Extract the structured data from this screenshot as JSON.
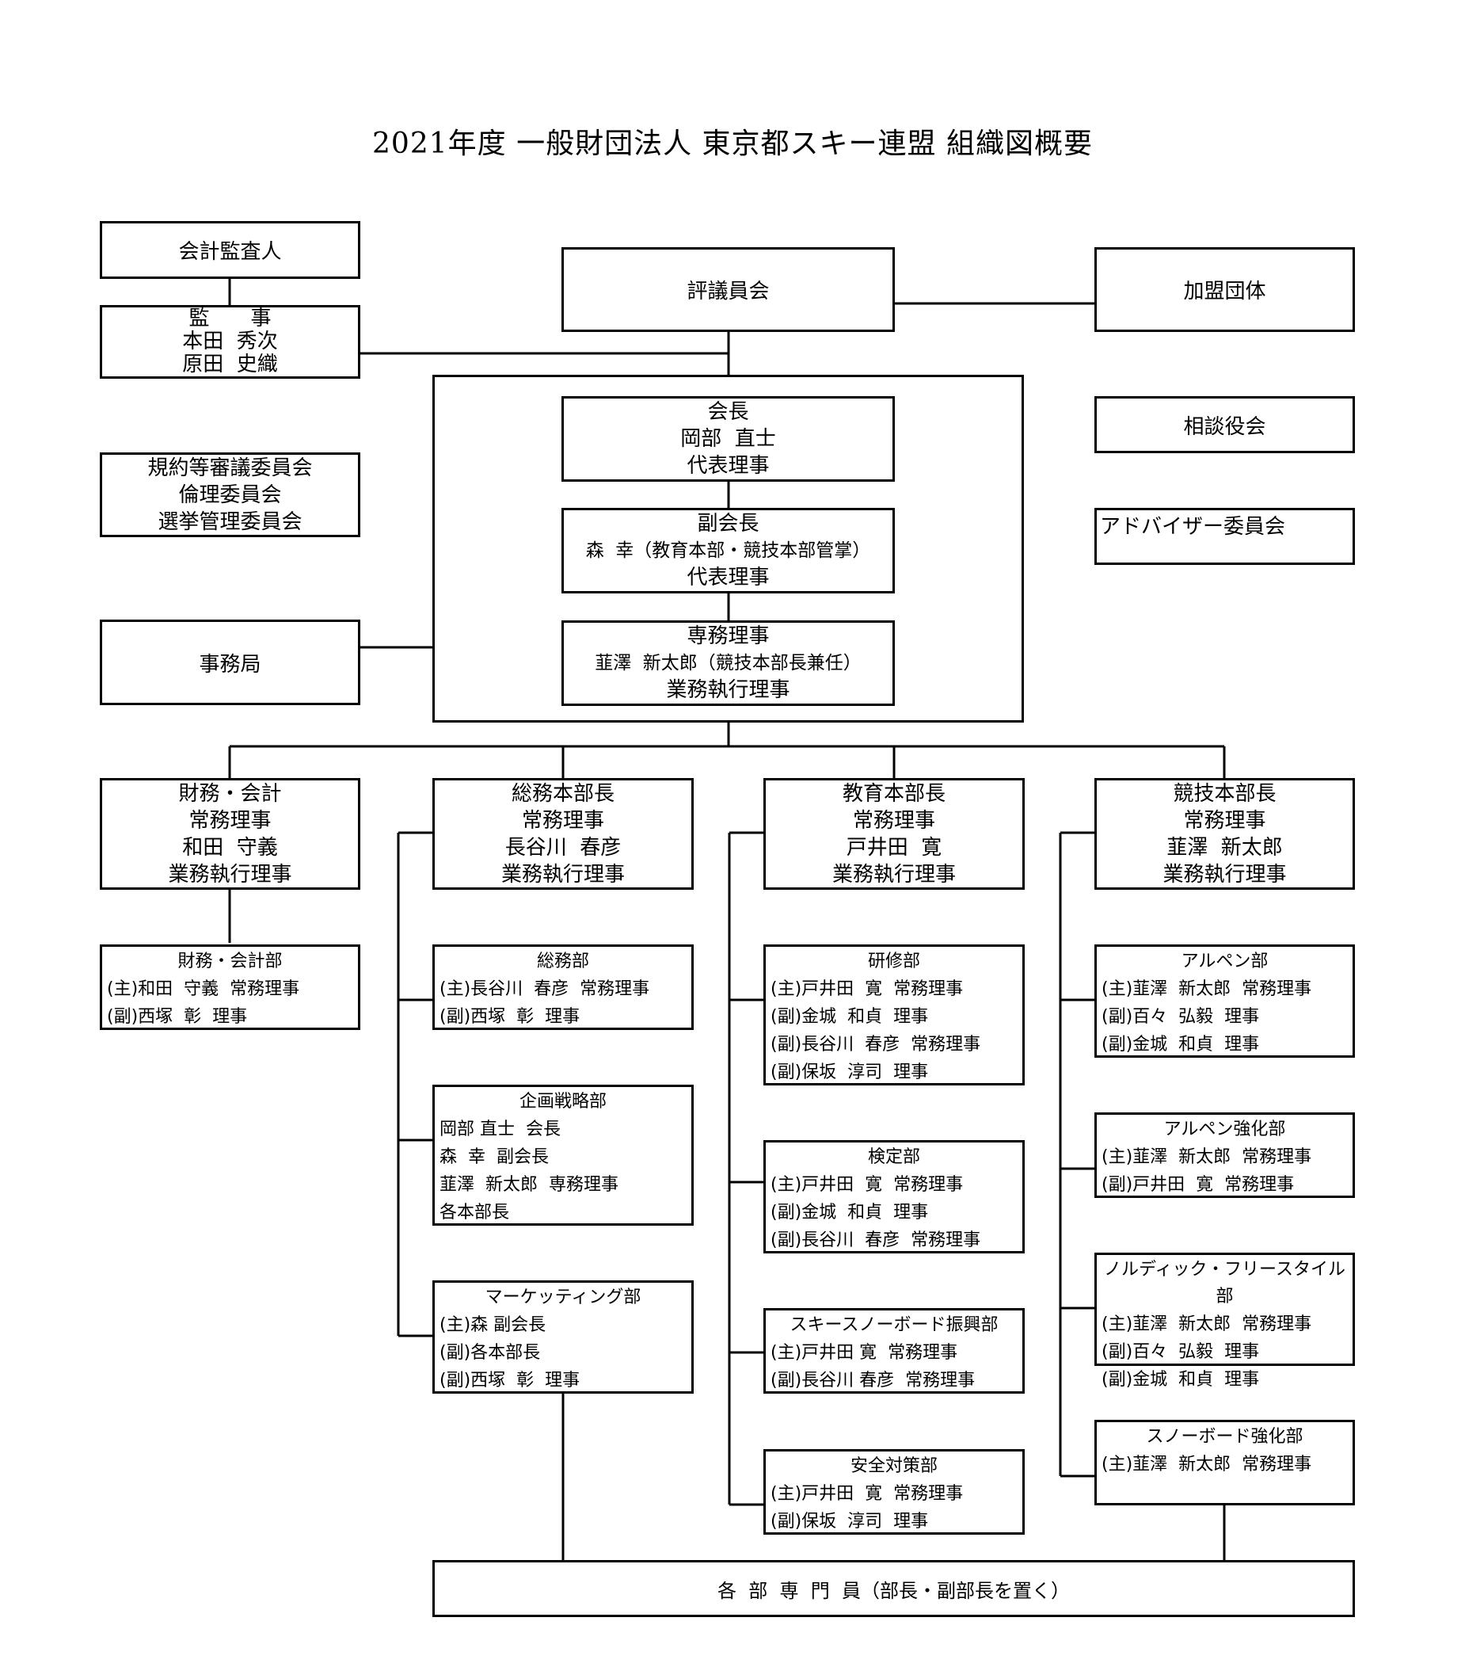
{
  "title": "2021年度  一般財団法人  東京都スキー連盟  組織図概要",
  "boxes": {
    "accounting_auditor": [
      "会計監査人"
    ],
    "auditors": [
      "監　　事",
      "本田  秀次",
      "原田  史織"
    ],
    "committees": [
      "規約等審議委員会",
      "倫理委員会",
      "選挙管理委員会"
    ],
    "secretariat": [
      "事務局"
    ],
    "council": [
      "評議員会"
    ],
    "member_groups": [
      "加盟団体"
    ],
    "advisors": [
      "相談役会"
    ],
    "advisory_committee": [
      "アドバイザー委員会"
    ],
    "president": [
      "会長",
      "岡部  直士",
      "代表理事"
    ],
    "vice_president": [
      "副会長",
      "森  幸（教育本部・競技本部管掌）",
      "代表理事"
    ],
    "executive_director": [
      "専務理事",
      "韮澤  新太郎（競技本部長兼任）",
      "業務執行理事"
    ],
    "finance_head": [
      "財務・会計",
      "常務理事",
      "和田  守義",
      "業務執行理事"
    ],
    "general_affairs_head": [
      "総務本部長",
      "常務理事",
      "長谷川  春彦",
      "業務執行理事"
    ],
    "education_head": [
      "教育本部長",
      "常務理事",
      "戸井田  寛",
      "業務執行理事"
    ],
    "competition_head": [
      "競技本部長",
      "常務理事",
      "韮澤  新太郎",
      "業務執行理事"
    ],
    "specialists": "各  部  専  門  員（部長・副部長を置く）"
  },
  "departments": {
    "finance_dept": {
      "header": "財務・会計部",
      "items": [
        "(主)和田  守義  常務理事",
        "(副)西塚  彰  理事"
      ]
    },
    "general_dept": {
      "header": "総務部",
      "items": [
        "(主)長谷川  春彦  常務理事",
        "(副)西塚  彰  理事"
      ]
    },
    "planning_dept": {
      "header": "企画戦略部",
      "items": [
        "岡部 直士  会長",
        "森  幸  副会長",
        "韮澤  新太郎  専務理事",
        "各本部長"
      ]
    },
    "marketing_dept": {
      "header": "マーケッティング部",
      "items": [
        "(主)森 副会長",
        "(副)各本部長",
        "(副)西塚  彰  理事"
      ]
    },
    "training_dept": {
      "header": "研修部",
      "items": [
        "(主)戸井田  寛  常務理事",
        "(副)金城  和貞  理事",
        "(副)長谷川  春彦  常務理事",
        "(副)保坂  淳司  理事"
      ]
    },
    "certification_dept": {
      "header": "検定部",
      "items": [
        "(主)戸井田  寛  常務理事",
        "(副)金城  和貞  理事",
        "(副)長谷川  春彦  常務理事"
      ]
    },
    "promotion_dept": {
      "header": "スキースノーボード振興部",
      "items": [
        "(主)戸井田 寛  常務理事",
        "(副)長谷川 春彦  常務理事"
      ]
    },
    "safety_dept": {
      "header": "安全対策部",
      "items": [
        "(主)戸井田  寛  常務理事",
        "(副)保坂  淳司  理事"
      ]
    },
    "alpine_dept": {
      "header": "アルペン部",
      "items": [
        "(主)韮澤  新太郎  常務理事",
        "(副)百々  弘毅  理事",
        "(副)金城  和貞  理事"
      ]
    },
    "alpine_strength_dept": {
      "header": "アルペン強化部",
      "items": [
        "(主)韮澤  新太郎  常務理事",
        "(副)戸井田  寛  常務理事"
      ]
    },
    "nordic_dept": {
      "header": "ノルディック・フリースタイル部",
      "items": [
        "(主)韮澤  新太郎  常務理事",
        "(副)百々  弘毅  理事",
        "(副)金城  和貞  理事"
      ]
    },
    "snowboard_dept": {
      "header": "スノーボード強化部",
      "items": [
        "(主)韮澤  新太郎  常務理事"
      ]
    }
  }
}
